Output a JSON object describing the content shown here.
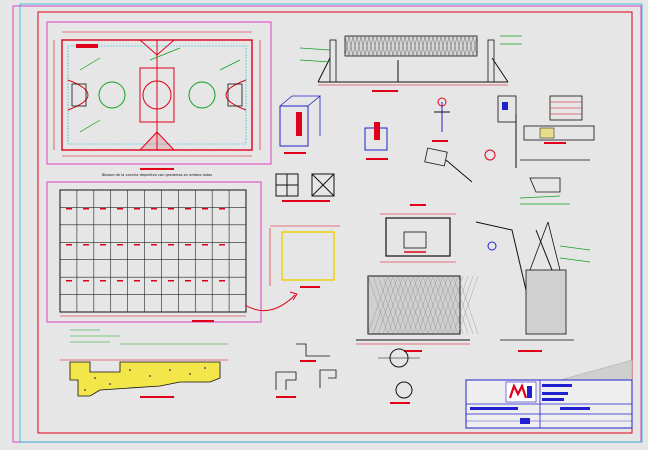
{
  "sheet": {
    "colors": {
      "background": "#e6e6e6",
      "red": "#e0001a",
      "green": "#10a020",
      "magenta": "#e040c0",
      "cyan": "#10c0d8",
      "blue": "#2020d0",
      "yellow": "#e8d000",
      "gray": "#707070",
      "black": "#111111"
    },
    "note_top_left": "Bloque de la cancha deportiva con graderias en ambos lados",
    "title_block": {
      "logo": "ML logo",
      "row1": "",
      "row2": "",
      "row3": ""
    },
    "icons": [
      "court-plan",
      "perimeter-grid",
      "goal-net-elevation",
      "basketball-backboard",
      "fence-section",
      "manhole-detail",
      "logo"
    ]
  }
}
